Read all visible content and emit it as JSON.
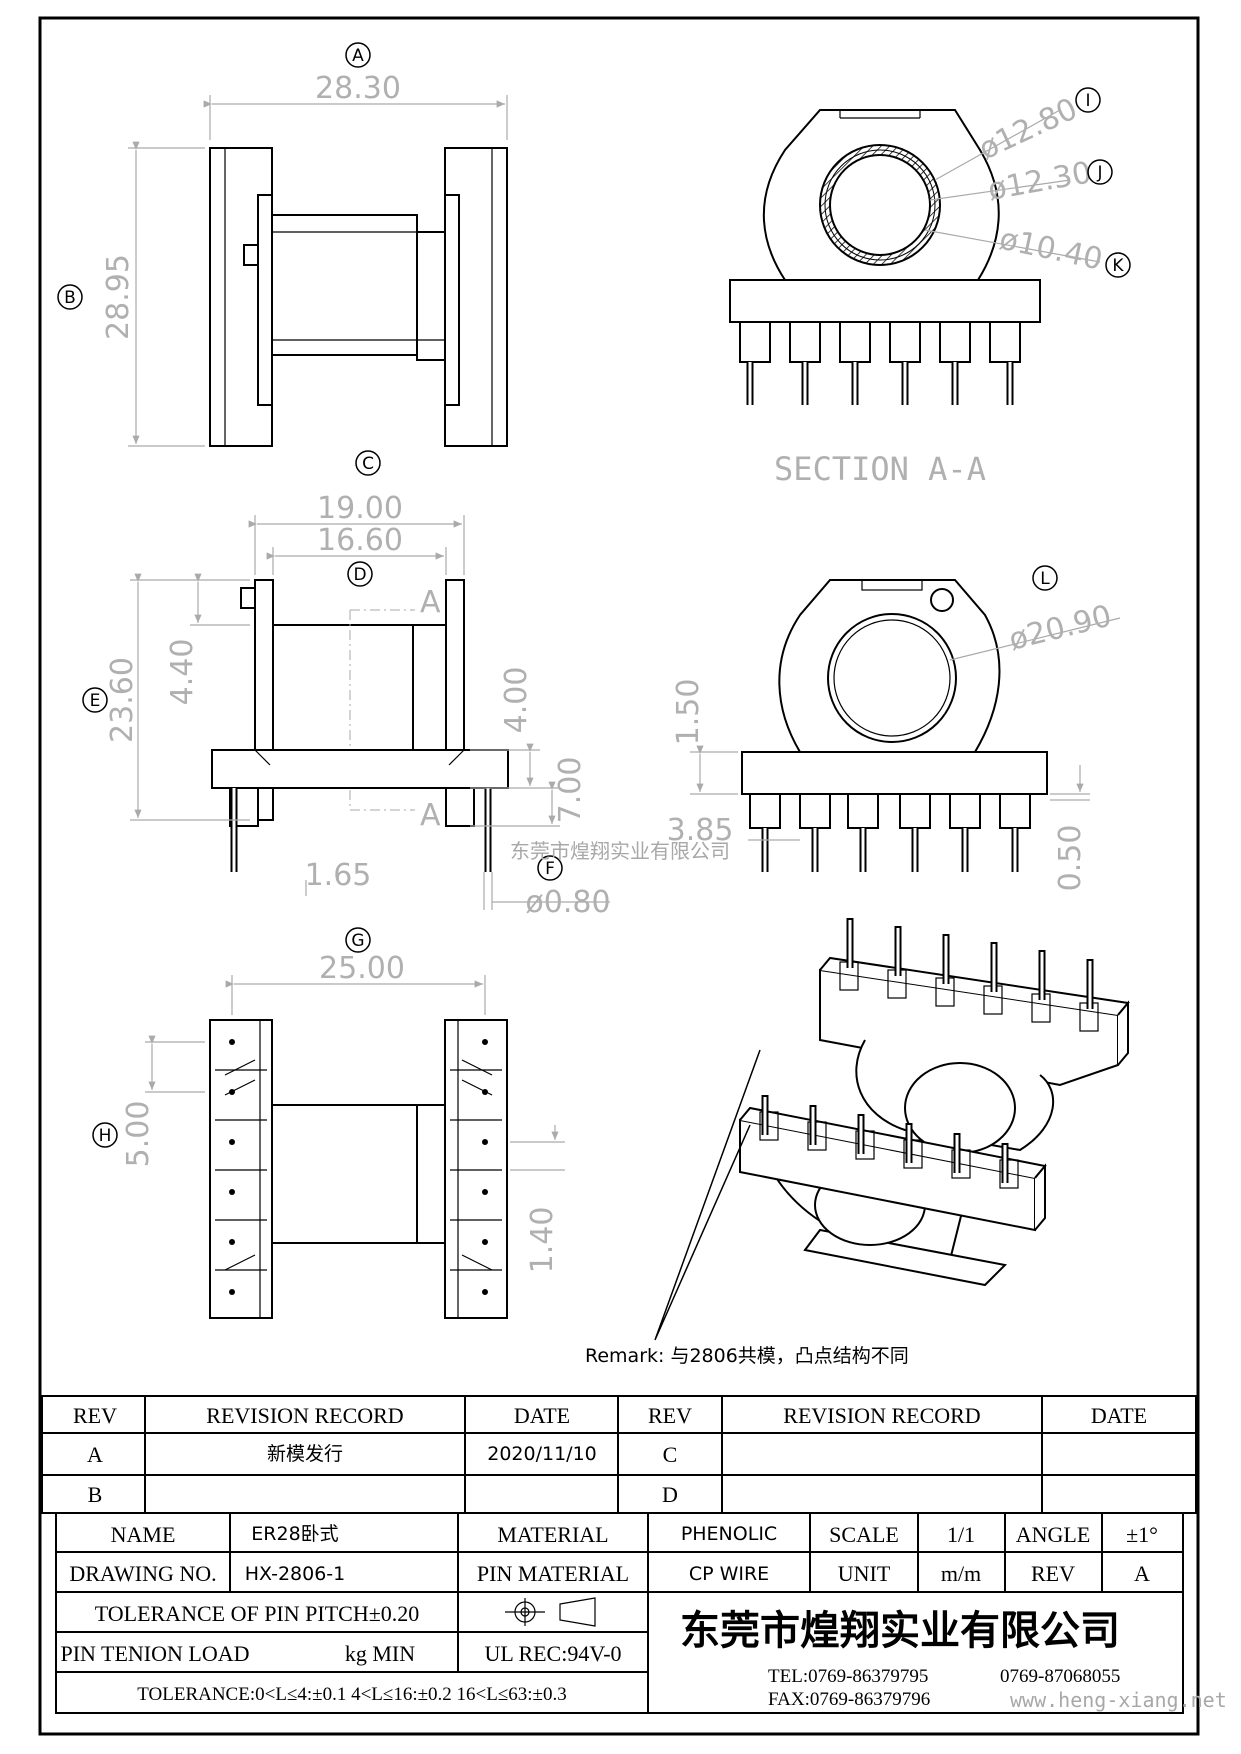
{
  "views": {
    "top": {
      "bubble_w": "A",
      "dim_w": "28.30",
      "bubble_h": "B",
      "dim_h": "28.95"
    },
    "section": {
      "bubble_outer": "I",
      "dim_outer": "ø12.80",
      "bubble_mid": "J",
      "dim_mid": "ø12.30",
      "bubble_inner": "K",
      "dim_inner": "ø10.40",
      "title": "SECTION A-A"
    },
    "front": {
      "bubble_top": "C",
      "dim_overall": "19.00",
      "bubble_inner": "D",
      "dim_inner": "16.60",
      "bubble_h": "E",
      "dim_h": "23.60",
      "dim_flange": "4.40",
      "dim_window": "4.00",
      "dim_pin_len": "7.00",
      "dim_pin_x": "1.65",
      "bubble_pin": "F",
      "dim_pin_dia": "ø0.80",
      "cut_label_top": "A",
      "cut_label_bot": "A"
    },
    "side": {
      "bubble": "L",
      "dim_dia": "ø20.90",
      "dim_top": "1.50",
      "dim_pin_pitch": "3.85",
      "dim_base": "0.50"
    },
    "bottom": {
      "bubble_w": "G",
      "dim_w": "25.00",
      "bubble_h": "H",
      "dim_pitch": "5.00",
      "dim_gap": "1.40"
    },
    "remark": "Remark: 与2806共模，凸点结构不同",
    "watermark_center": "东莞市煌翔实业有限公司"
  },
  "revision_table": {
    "headers": [
      "REV",
      "REVISION RECORD",
      "DATE",
      "REV",
      "REVISION RECORD",
      "DATE"
    ],
    "rows": [
      [
        "A",
        "新模发行",
        "2020/11/10",
        "C",
        "",
        ""
      ],
      [
        "B",
        "",
        "",
        "D",
        "",
        ""
      ]
    ]
  },
  "title_block": {
    "name_label": "NAME",
    "name_value": "ER28卧式",
    "material_label": "MATERIAL",
    "material_value": "PHENOLIC",
    "scale_label": "SCALE",
    "scale_value": "1/1",
    "angle_label": "ANGLE",
    "angle_value": "±1°",
    "drawing_no_label": "DRAWING NO.",
    "drawing_no_value": "HX-2806-1",
    "pin_material_label": "PIN MATERIAL",
    "pin_material_value": "CP WIRE",
    "unit_label": "UNIT",
    "unit_value": "m/m",
    "rev_label": "REV",
    "rev_value": "A",
    "tolerance_pitch": "TOLERANCE OF PIN PITCH±0.20",
    "pin_tension_label": "PIN TENION LOAD",
    "pin_tension_unit": "kg MIN",
    "ul_rec": "UL REC:94V-0",
    "tolerance_ranges": "TOLERANCE:0<L≤4:±0.1   4<L≤16:±0.2   16<L≤63:±0.3",
    "company": "东莞市煌翔实业有限公司",
    "tel": "TEL:0769-86379795",
    "tel2": "0769-87068055",
    "fax": "FAX:0769-86379796",
    "website": "www.heng-xiang.net"
  }
}
